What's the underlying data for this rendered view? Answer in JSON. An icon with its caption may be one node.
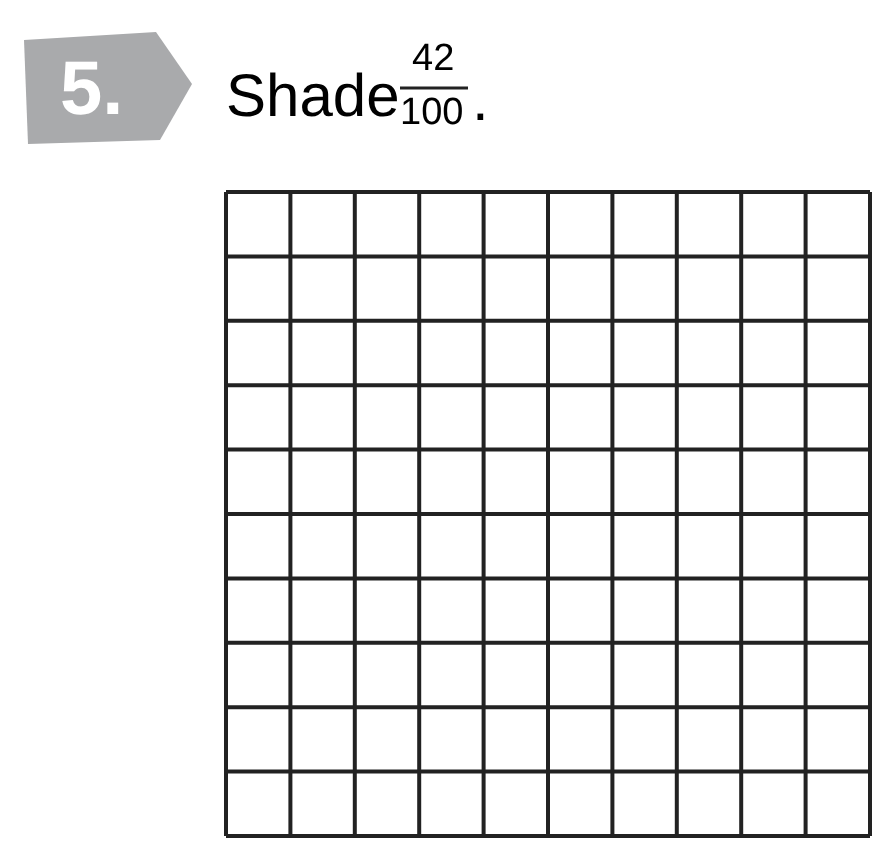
{
  "diagram": {
    "labels": [
      "5.",
      "Shade",
      "42",
      "100",
      "."
    ]
  }
}
